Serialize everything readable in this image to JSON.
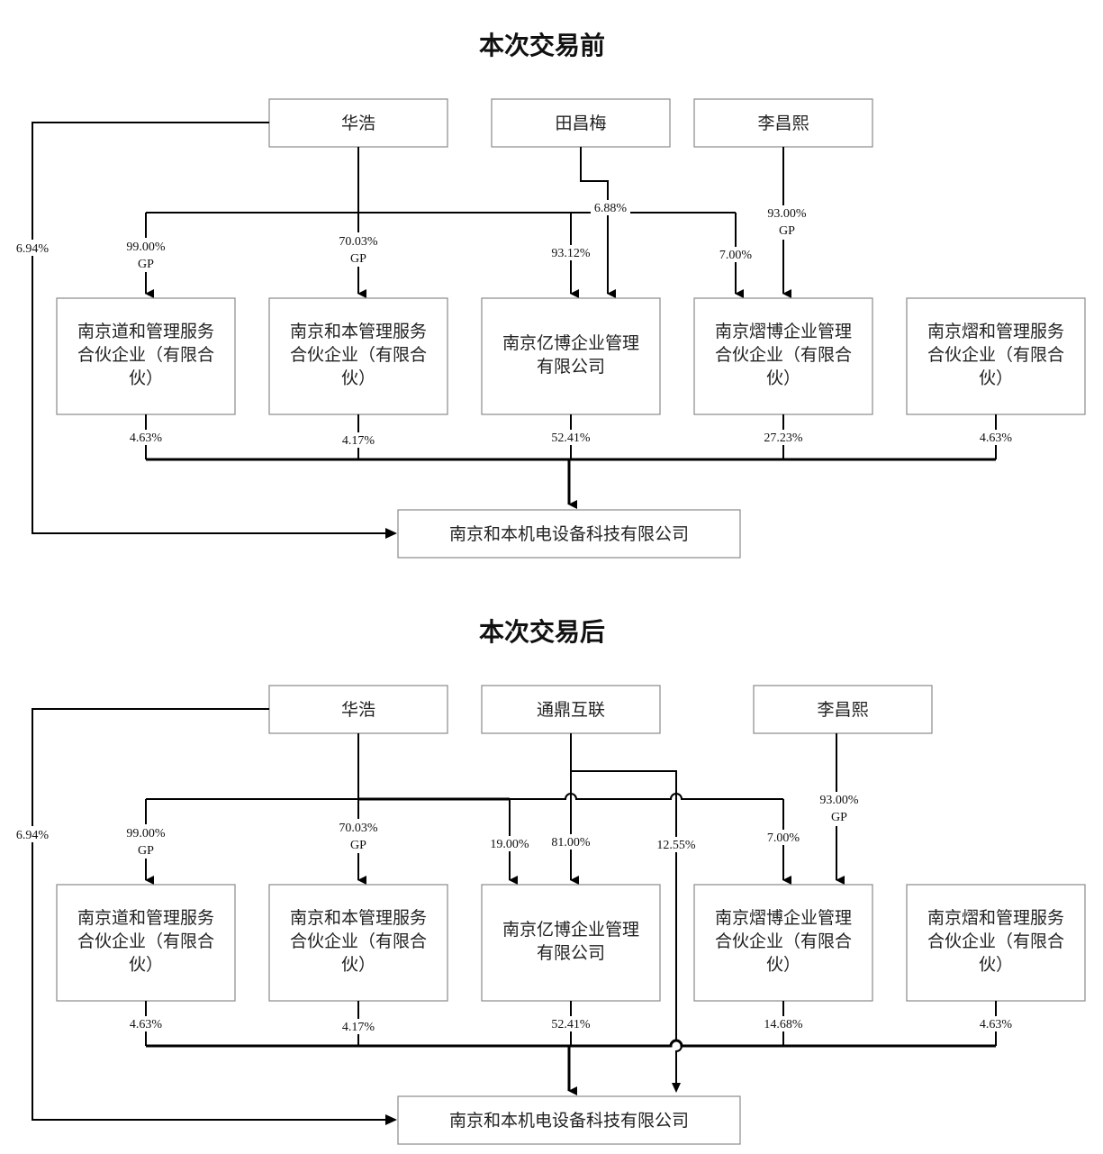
{
  "before": {
    "title": "本次交易前",
    "shareholders": {
      "huahao": "华浩",
      "tianchangmei": "田昌梅",
      "lichangxi": "李昌熙"
    },
    "entities": {
      "daohe": [
        "南京道和管理服务",
        "合伙企业（有限合",
        "伙）"
      ],
      "heben_mgmt": [
        "南京和本管理服务",
        "合伙企业（有限合",
        "伙）"
      ],
      "yibo": [
        "南京亿博企业管理",
        "有限公司"
      ],
      "xibo": [
        "南京熠博企业管理",
        "合伙企业（有限合",
        "伙）"
      ],
      "xihe": [
        "南京熠和管理服务",
        "合伙企业（有限合",
        "伙）"
      ]
    },
    "target": "南京和本机电设备科技有限公司",
    "edges": {
      "huahao_target": "6.94%",
      "huahao_daohe": "99.00%",
      "huahao_daohe_gp": "GP",
      "huahao_heben": "70.03%",
      "huahao_heben_gp": "GP",
      "huahao_yibo": "93.12%",
      "tian_yibo": "6.88%",
      "huahao_xibo": "7.00%",
      "li_xibo": "93.00%",
      "li_xibo_gp": "GP",
      "daohe_target": "4.63%",
      "heben_target": "4.17%",
      "yibo_target": "52.41%",
      "xibo_target": "27.23%",
      "xihe_target": "4.63%"
    }
  },
  "after": {
    "title": "本次交易后",
    "shareholders": {
      "huahao": "华浩",
      "tongding": "通鼎互联",
      "lichangxi": "李昌熙"
    },
    "entities": {
      "daohe": [
        "南京道和管理服务",
        "合伙企业（有限合",
        "伙）"
      ],
      "heben_mgmt": [
        "南京和本管理服务",
        "合伙企业（有限合",
        "伙）"
      ],
      "yibo": [
        "南京亿博企业管理",
        "有限公司"
      ],
      "xibo": [
        "南京熠博企业管理",
        "合伙企业（有限合",
        "伙）"
      ],
      "xihe": [
        "南京熠和管理服务",
        "合伙企业（有限合",
        "伙）"
      ]
    },
    "target": "南京和本机电设备科技有限公司",
    "edges": {
      "huahao_target": "6.94%",
      "huahao_daohe": "99.00%",
      "huahao_daohe_gp": "GP",
      "huahao_heben": "70.03%",
      "huahao_heben_gp": "GP",
      "huahao_yibo": "19.00%",
      "tongding_yibo": "81.00%",
      "tongding_target": "12.55%",
      "huahao_xibo": "7.00%",
      "li_xibo": "93.00%",
      "li_xibo_gp": "GP",
      "daohe_target": "4.63%",
      "heben_target": "4.17%",
      "yibo_target": "52.41%",
      "xibo_target": "14.68%",
      "xihe_target": "4.63%"
    }
  }
}
